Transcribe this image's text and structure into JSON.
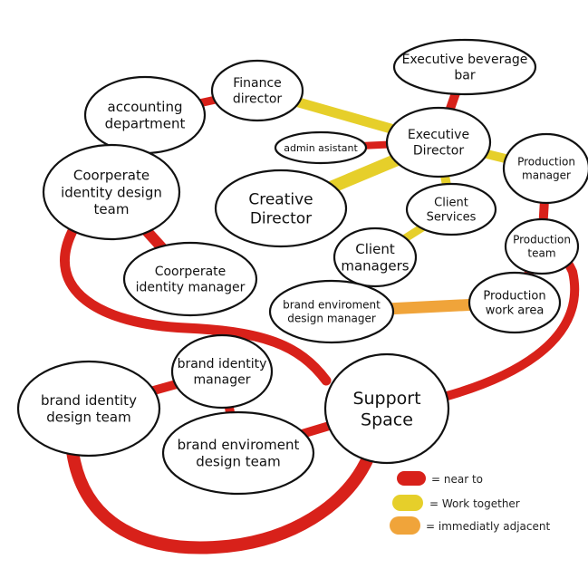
{
  "colors": {
    "near_to": "#d8211a",
    "work_together": "#e6cf2a",
    "immediately_adjacent": "#f0a43a",
    "node_fill": "#ffffff",
    "node_stroke": "#111111"
  },
  "nodes": {
    "exec_bev": [
      "Executive beverage",
      "bar"
    ],
    "finance": [
      "Finance",
      "director"
    ],
    "accounting": [
      "accounting",
      "department"
    ],
    "exec_dir": [
      "Executive",
      "Director"
    ],
    "admin": [
      "admin asistant"
    ],
    "production_mgr": [
      "Production",
      "manager"
    ],
    "coorp_team": [
      "Coorperate",
      "identity design",
      "team"
    ],
    "creative": [
      "Creative",
      "Director"
    ],
    "client_services": [
      "Client",
      "Services"
    ],
    "client_managers": [
      "Client",
      "managers"
    ],
    "production_team": [
      "Production",
      "team"
    ],
    "coorp_mgr": [
      "Coorperate",
      "identity manager"
    ],
    "brand_env_mgr": [
      "brand enviroment",
      "design manager"
    ],
    "production_area": [
      "Production",
      "work area"
    ],
    "brand_id_mgr": [
      "brand identity",
      "manager"
    ],
    "brand_id_team": [
      "brand identity",
      "design team"
    ],
    "support": [
      "Support",
      "Space"
    ],
    "brand_env_team": [
      "brand enviroment",
      "design team"
    ]
  },
  "legend": {
    "near_to": "= near to",
    "work_together": "= Work together",
    "immediately_adjacent": "= immediatly adjacent"
  }
}
